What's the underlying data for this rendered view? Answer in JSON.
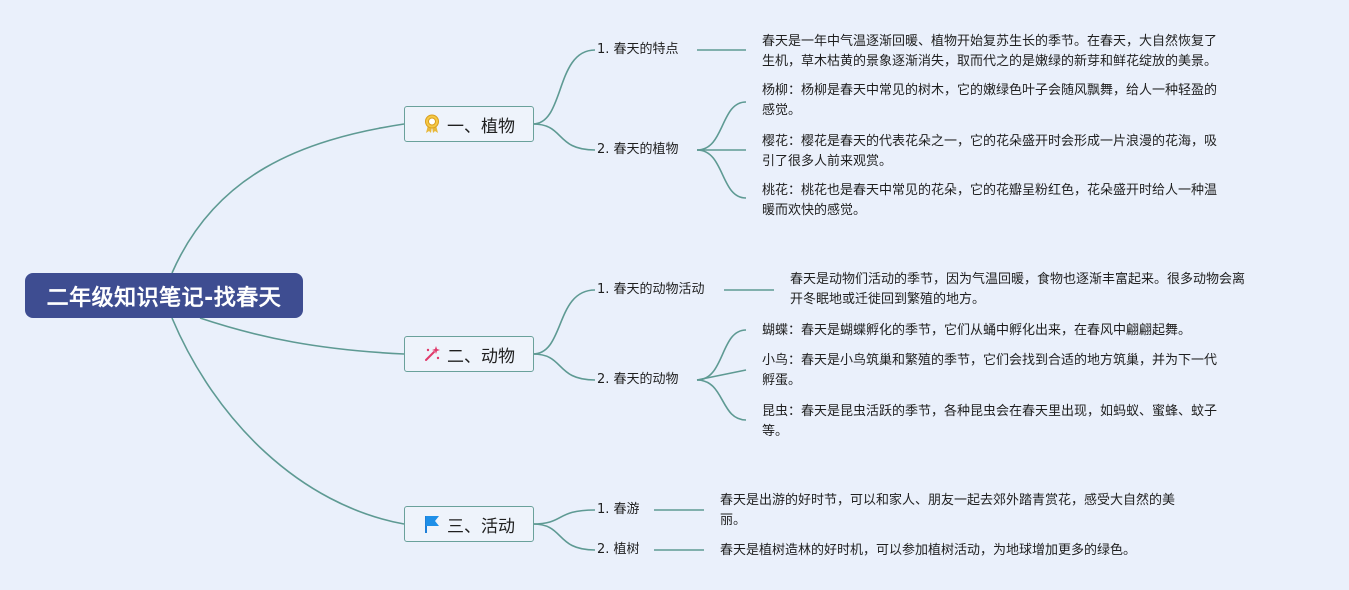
{
  "root": {
    "title": "二年级知识笔记-找春天"
  },
  "branches": [
    {
      "title": "一、植物",
      "icon": "award-ribbon-icon",
      "subs": [
        {
          "label": "1. 春天的特点",
          "leaves": [
            {
              "line1": "春天是一年中气温逐渐回暖、植物开始复苏生长的季节。在春天，大自然恢复了",
              "line2": "生机，草木枯黄的景象逐渐消失，取而代之的是嫩绿的新芽和鲜花绽放的美景。"
            }
          ]
        },
        {
          "label": "2. 春天的植物",
          "leaves": [
            {
              "line1": "杨柳：杨柳是春天中常见的树木，它的嫩绿色叶子会随风飘舞，给人一种轻盈的",
              "line2": "感觉。"
            },
            {
              "line1": "樱花：樱花是春天的代表花朵之一，它的花朵盛开时会形成一片浪漫的花海，吸",
              "line2": "引了很多人前来观赏。"
            },
            {
              "line1": "桃花：桃花也是春天中常见的花朵，它的花瓣呈粉红色，花朵盛开时给人一种温",
              "line2": "暖而欢快的感觉。"
            }
          ]
        }
      ]
    },
    {
      "title": "二、动物",
      "icon": "sparkle-wand-icon",
      "subs": [
        {
          "label": "1. 春天的动物活动",
          "leaves": [
            {
              "line1": "春天是动物们活动的季节，因为气温回暖，食物也逐渐丰富起来。很多动物会离",
              "line2": "开冬眠地或迁徙回到繁殖的地方。"
            }
          ]
        },
        {
          "label": "2. 春天的动物",
          "leaves": [
            {
              "line1": "蝴蝶：春天是蝴蝶孵化的季节，它们从蛹中孵化出来，在春风中翩翩起舞。",
              "line2": ""
            },
            {
              "line1": "小鸟：春天是小鸟筑巢和繁殖的季节，它们会找到合适的地方筑巢，并为下一代",
              "line2": "孵蛋。"
            },
            {
              "line1": "昆虫：春天是昆虫活跃的季节，各种昆虫会在春天里出现，如蚂蚁、蜜蜂、蚊子",
              "line2": "等。"
            }
          ]
        }
      ]
    },
    {
      "title": "三、活动",
      "icon": "flag-icon",
      "subs": [
        {
          "label": "1. 春游",
          "leaves": [
            {
              "line1": "春天是出游的好时节，可以和家人、朋友一起去郊外踏青赏花，感受大自然的美",
              "line2": "丽。"
            }
          ]
        },
        {
          "label": "2. 植树",
          "leaves": [
            {
              "line1": "春天是植树造林的好时机，可以参加植树活动，为地球增加更多的绿色。",
              "line2": ""
            }
          ]
        }
      ]
    }
  ],
  "colors": {
    "root_bg": "#3e4d91",
    "line": "#5e9a93",
    "branch_border": "#6aa19b",
    "background": "#eaf0fb"
  }
}
